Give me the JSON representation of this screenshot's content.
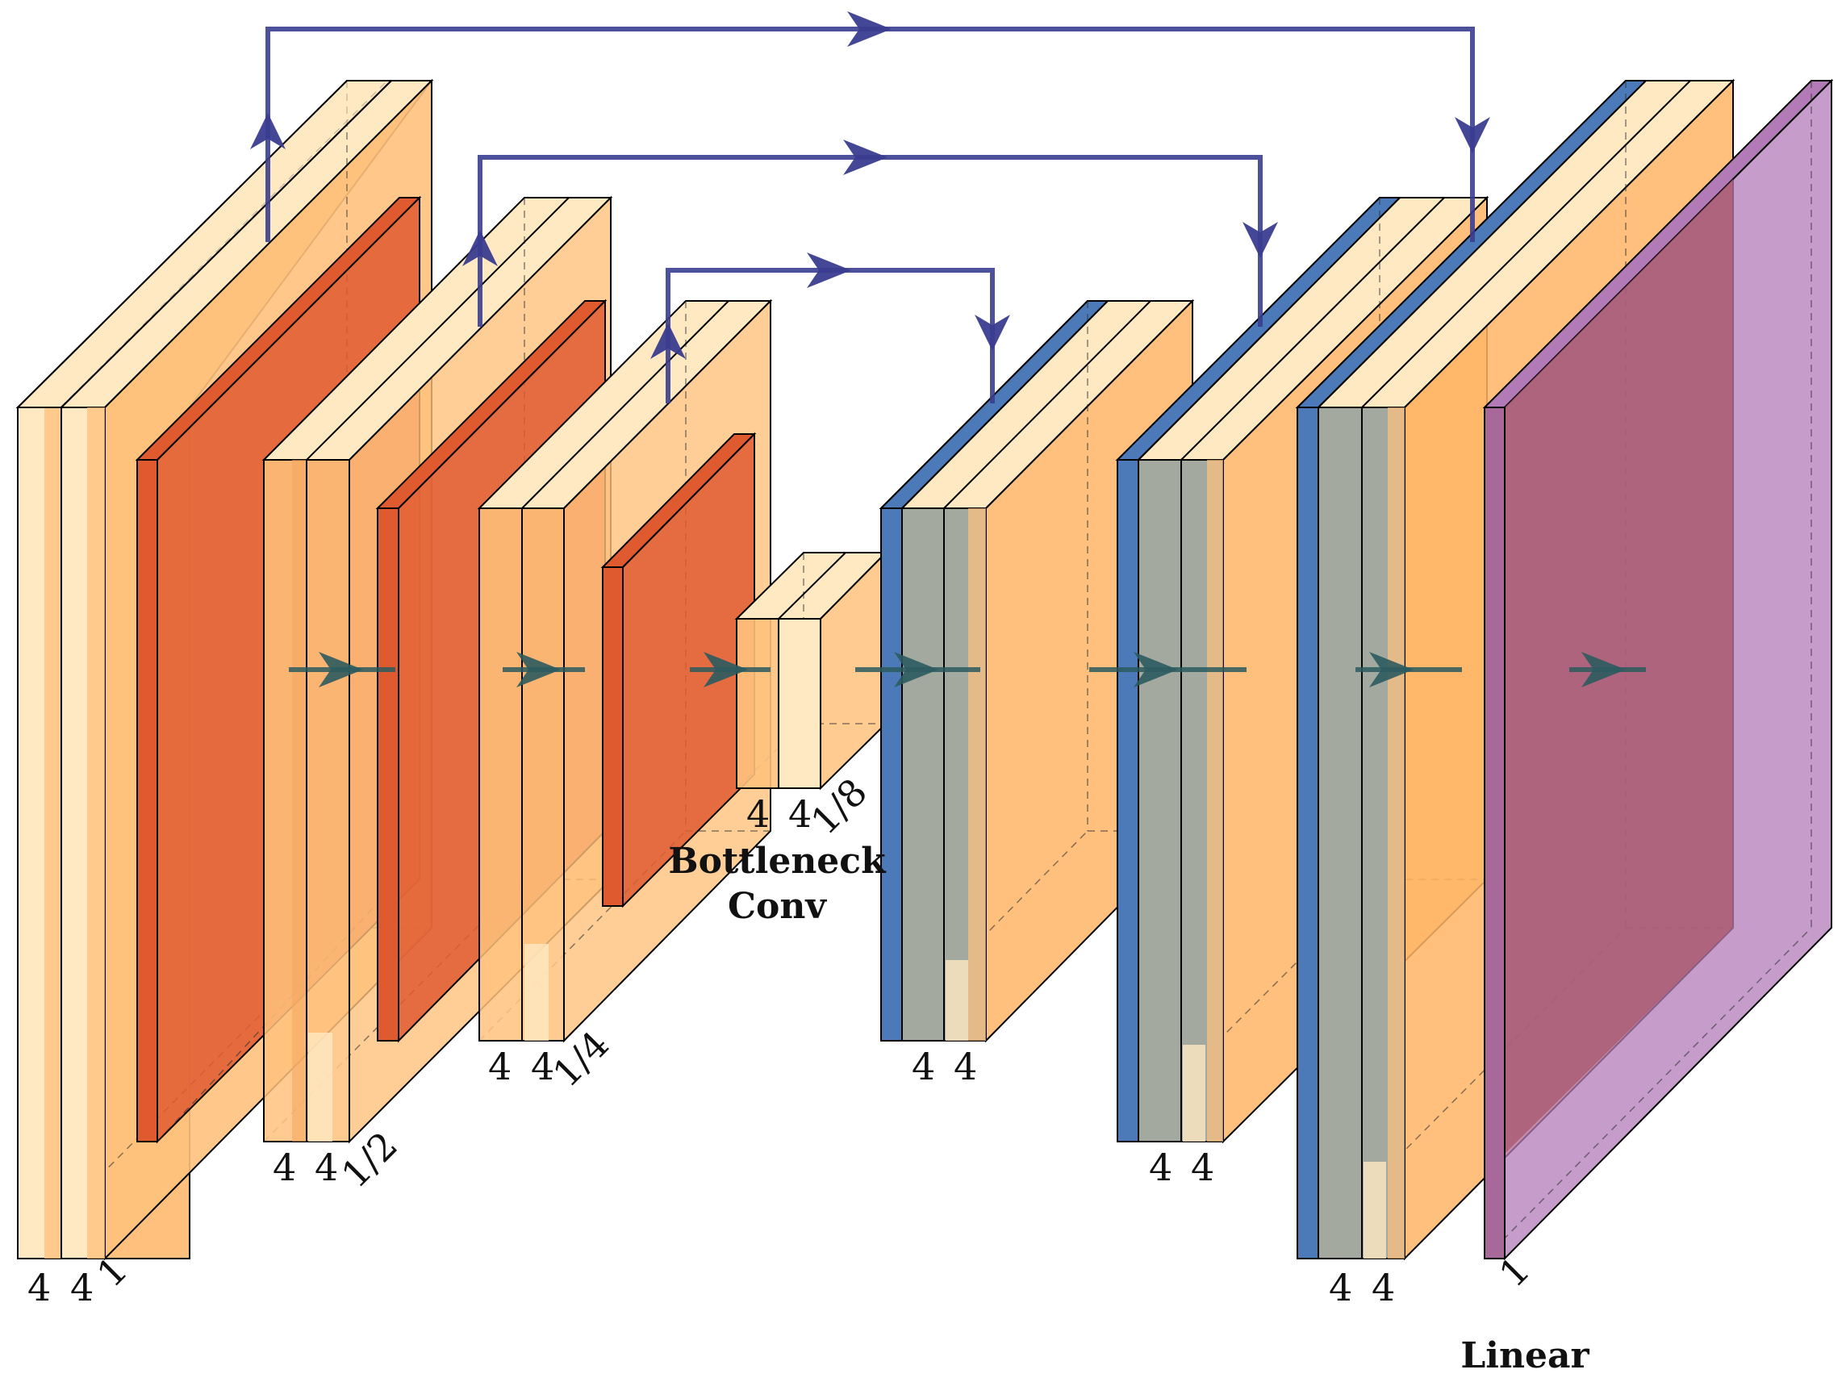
{
  "labels": {
    "enc1_a": "4",
    "enc1_b": "4",
    "enc1_s": "1",
    "enc2_a": "4",
    "enc2_b": "4",
    "enc2_s": "1/2",
    "enc3_a": "4",
    "enc3_b": "4",
    "enc3_s": "1/4",
    "bott_a": "4",
    "bott_b": "4",
    "bott_s": "1/8",
    "bottleneck_line1": "Bottleneck",
    "bottleneck_line2": "Conv",
    "dec1_a": "4",
    "dec1_b": "4",
    "dec2_a": "4",
    "dec2_b": "4",
    "dec3_a": "4",
    "dec3_b": "4",
    "out_s": "1",
    "linear": "Linear"
  },
  "colors": {
    "conv_light": "#ffe9c2",
    "conv_mid": "#ffc27d",
    "conv_back": "#ffb566",
    "pool": "#e05a30",
    "unpool": "#4c79b8",
    "softmax": "#b27bb8",
    "skip": "#3a3d8f",
    "flow": "#2c5b5f"
  }
}
